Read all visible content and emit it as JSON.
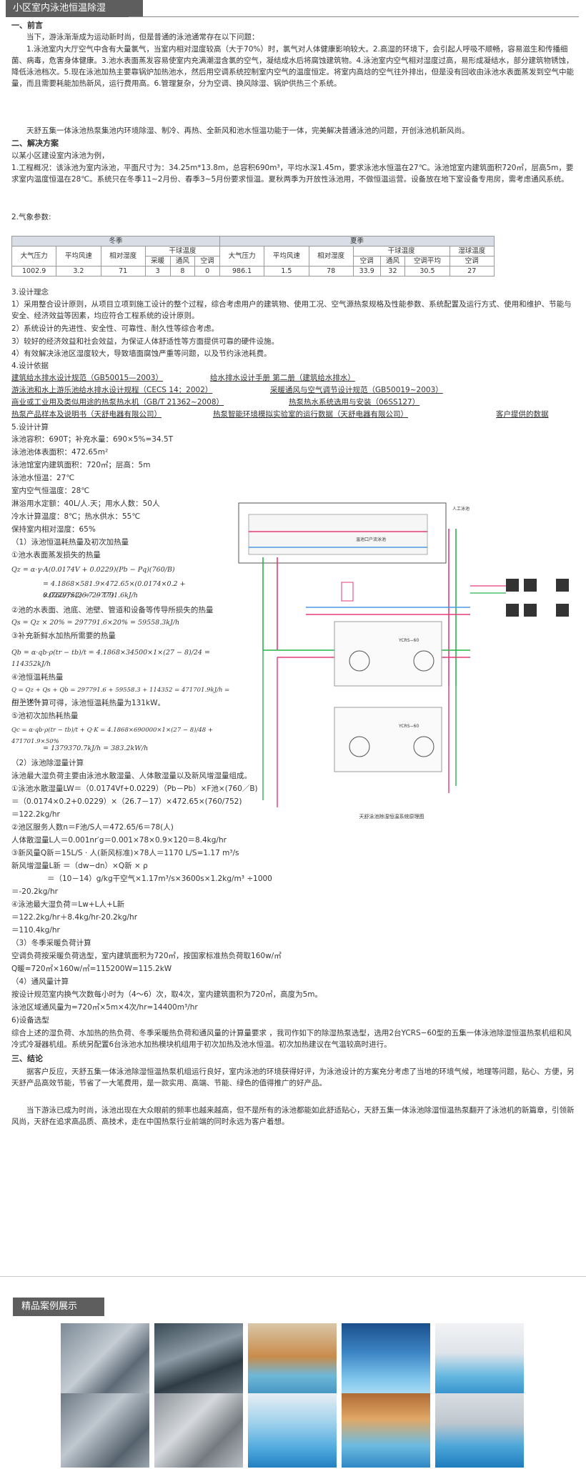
{
  "header": {
    "title": "小区室内泳池恒温除湿"
  },
  "s1": {
    "heading": "一、前言",
    "p1": "当下，游泳渐渐成为运动新时尚，但是普通的泳池通常存在以下问题：",
    "p2": "1.泳池室内大厅空气中含有大量氯气，当室内相对湿度较高（大于70%）时，氯气对人体健康影响较大。2.高湿的环境下，会引起人呼吸不顺畅，容易滋生和传播细菌、病毒，危害身体健康。3.池水表面蒸发容易使室内充满潮湿含氯的空气，凝结成水后将腐蚀建筑物。4.泳池室内空气相对湿度过高，易形成凝结水，部分建筑物锈蚀，降低泳池档次。5.现在泳池加热主要靠锅炉加热池水，然后用空调系统控制室内空气的温度恒定。将室内高焓的空气往外排出，但是没有回收由泳池水表面蒸发到空气中能量，而且需要耗能加热新风，运行费用高。6.管理复杂，分为空调、换风除湿、锅炉供热三个系统。",
    "p3": "天舒五集一体泳池热泵集池内环境除湿、制冷、再热、全新风和池水恒温功能于一体，完美解决普通泳池的问题，开创泳池机新风尚。"
  },
  "s2": {
    "heading": "二、解决方案",
    "l1": "以某小区建设室内泳池为例，",
    "l2": "1.工程概况：该泳池为室内泳池，平面尺寸为：34.25m*13.8m，总容积690m³，平均水深1.45m，要求泳池水恒温在27℃。泳池馆室内建筑面积720㎡，层高5m，要求室内温度恒温在28℃。系统只在冬季11~2月份、春季3~5月份要求恒温。夏秋两季为开放性泳池用，不做恒温运营。设备放在地下室设备专用房，需考虑通风系统。",
    "l3": "2.气象参数:"
  },
  "weather": {
    "winter": "冬季",
    "summer": "夏季",
    "dry_bulb": "干球温度",
    "wet_bulb": "湿球温度",
    "cols": [
      "大气压力",
      "平均风速",
      "相对湿度",
      "采暖",
      "通风",
      "空调",
      "大气压力",
      "平均风速",
      "相对湿度",
      "空调",
      "通风",
      "空调平均",
      "空调"
    ],
    "row": [
      "1002.9",
      "3.2",
      "71",
      "3",
      "8",
      "0",
      "986.1",
      "1.5",
      "78",
      "33.9",
      "32",
      "30.5",
      "27"
    ]
  },
  "s3": {
    "l1": "3.设计理念",
    "l2": "1）采用整合设计原则，从项目立项到施工设计的整个过程，综合考虑用户的建筑物、使用工况、空气源热泵规格及性能参数、系统配置及运行方式、使用和维护、节能与安全、经济效益等因素，均应符合工程系统的设计原则。",
    "l3": "2）系统设计的先进性、安全性、可靠性、耐久性等综合考虑。",
    "l4": "3）较好的经济效益和社会效益，为保证人体舒适性等方面提供可靠的硬件设施。",
    "l5": "4）有效解决泳池区湿度较大，导致墙面腐蚀严重等问题，以及节约泳池耗费。",
    "l6": "4.设计依据"
  },
  "basis": {
    "r1a": "建筑给水排水设计规范（GB50015—2003）",
    "r1b": "给水排水设计手册 第二册（建筑给水排水）",
    "r2a": "游泳池和水上游乐池给水排水设计规程（CECS 14：2002）",
    "r2b": "采暖通风与空气调节设计规范（GB50019~2003）",
    "r3a": "商业或工业用及类似用途的热泵热水机（GB/T 21362~2008）",
    "r3b": "热泵热水系统选用与安装（06SS127）",
    "r4a": "热泵产品样本及说明书（天舒电器有限公司）",
    "r4b": "热泵智能环境模拟实验室的运行数据（天舒电器有限公司）",
    "r4c": "客户提供的数据"
  },
  "calc": {
    "h": "5.设计计算",
    "l1": "泳池容积：690T；补充水量：690×5%=34.5T",
    "l2": "泳池池体表面积：472.65m²",
    "l3": "泳池馆室内建筑面积：720㎡；层高：5m",
    "l4": "泳池水恒温：27℃",
    "l5": "室内空气恒温度：28℃",
    "l6": "淋浴用水定额：40L/人.天；用水人数：50人",
    "l7": "冷水计算温度：8℃；热水供水：55℃",
    "l8": "保持室内相对湿度：65%",
    "l9": "（1）泳池恒温耗热量及初次加热量",
    "l10": "①池水表面蒸发损失的热量",
    "f1": "Qz = α·γ·A(0.0174V + 0.0229)(Pb − Pq)(760/B)",
    "f2": "= 4.1868×581.9×472.65×(0.0174×0.2 + 0.0229)×(26.7 − 17)",
    "f3": "×(760/752) = 297791.6kJ/h",
    "l11": "②池的水表面、池底、池壁、管道和设备等传导所损失的热量",
    "f4": "Qs = Qz × 20% = 297791.6×20% = 59558.3kJ/h",
    "l12": "③补充新鲜水加热所需要的热量",
    "f5": "Qb = α·qb·ρ(tr − tb)/t = 4.1868×34500×1×(27 − 8)/24 = 114352kJ/h",
    "l13": "④池恒温耗热量",
    "f6": "Q = Qz + Qs + Qb = 297791.6 + 59558.3 + 114352 = 471701.9kJ/h = 131kW/h",
    "l14": "由上述计算可得，泳池恒温耗热量为131kW。",
    "l15": "⑤池初次加热耗热量",
    "f7": "Qc = α·qb·ρ(tr − tb)/t + Q·K = 4.1868×690000×1×(27 − 8)/48 + 471701.9×50%",
    "f8": "= 1379370.7kJ/h = 383.2kW/h",
    "l16": "（2）泳池除湿量计算",
    "l17": "泳池最大湿负荷主要由泳池水散湿量、人体散湿量以及新风增湿量组成。",
    "l18": "①泳池水散湿量LW＝（0.0174Vf+0.0229）（Pb－Pb）×F池×(760／B)",
    "l19": "＝（0.0174×0.2+0.0229）×（26.7－17）×472.65×(760/752)",
    "l20": "＝122.2kg/hr",
    "l21": "②池区服务人数n＝F池/S人＝472.65/6＝78(人)",
    "l22": "人体散湿量L人＝0.001nr′g＝0.001×78×0.9×120＝8.4kg/hr",
    "l23": "③新风量Q新＝15L/S · 人(新风标准)×78人＝1170 L/S=1.17 m³/s",
    "l24": "新风增湿量L新 ＝（dw−dn）×Q新 × ρ",
    "l25": "＝（10－14）g/kg干空气×1.17m³/s×3600s×1.2kg/m³ ÷1000",
    "l26": "＝-20.2kg/hr",
    "l27": "④泳池最大湿负荷＝Lw+L人+L新",
    "l28": "＝122.2kg/hr＋8.4kg/hr-20.2kg/hr",
    "l29": "＝110.4kg/hr",
    "l30": "（3）冬季采暖负荷计算",
    "l31": "空调负荷按采暖负荷选型，室内建筑面积为720㎡，按国家标准热负荷取160w/㎡",
    "l32": "Q暖=720㎡×160w/㎡=115200W=115.2kW",
    "l33": "（4）通风量计算",
    "l34": "按设计规范室内换气次数每小时为（4～6）次，取4次，室内建筑面积为720㎡，高度为5m。",
    "l35": "泳池区域通风量为=720㎡×5m×4次/hr=14400m³/hr",
    "l36": "6)设备选型",
    "l37": "综合上述的湿负荷、水加热的热负荷、冬季采暖热负荷和通风量的计算量要求 ，我司作如下的除湿热泵选型，选用2台YCRS−60型的五集一体泳池除湿恒温热泵机组和风冷式冷凝器机组。系统另配置6台泳池水加热模块机组用于初次加热及池水恒温。初次加热建议在气温较高时进行。"
  },
  "s4": {
    "heading": "三、结论",
    "p1": "据客户反应，天舒五集一体泳池除湿恒温热泵机组运行良好，室内泳池的环境获得好评，为泳池设计的方案充分考虑了当地的环境气候，地理等问题，贴心、方便，另天舒产品高效节能，节省了一大笔费用，是一款实用、高端、节能、绿色的值得推广的好产品。",
    "p2": "当下游泳已成为时尚，泳池出现在大众眼前的频率也越来越高，但不是所有的泳池都能如此舒适贴心，天舒五集一体泳池除湿恒温热泵翻开了泳池机的新篇章，引领新风尚，天舒在追求高品质、高技术，走在中国热泵行业前端的同时永远为客户着想。"
  },
  "diagram": {
    "caption": "天舒泳池除湿恒温系统原理图",
    "pool": "温池口户流泳池",
    "unit_a": "YCRS−60",
    "unit_b": "YCRS−60",
    "top_right": "人工泳池"
  },
  "cases": {
    "title": "精品案例展示"
  }
}
